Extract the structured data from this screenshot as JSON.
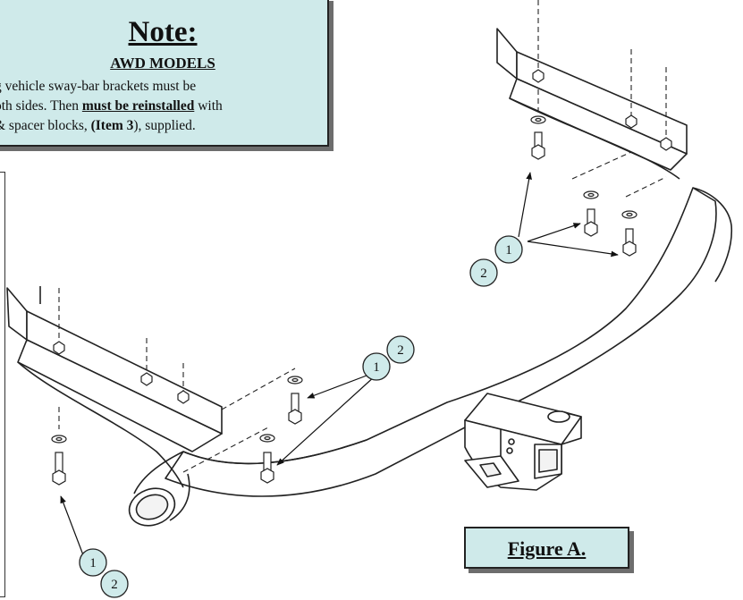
{
  "note": {
    "title": "Note:",
    "subtitle": "AWD MODELS",
    "line1": "g vehicle sway-bar brackets must be",
    "line2_pre": "oth sides. Then ",
    "line2_bold": "must be reinstalled",
    "line2_post": " with",
    "line3_pre": "& spacer blocks, ",
    "line3_bold": "(Item 3",
    "line3_post": "), supplied."
  },
  "figure_label": "Figure A.",
  "callouts": {
    "item1": "1",
    "item2": "2"
  }
}
